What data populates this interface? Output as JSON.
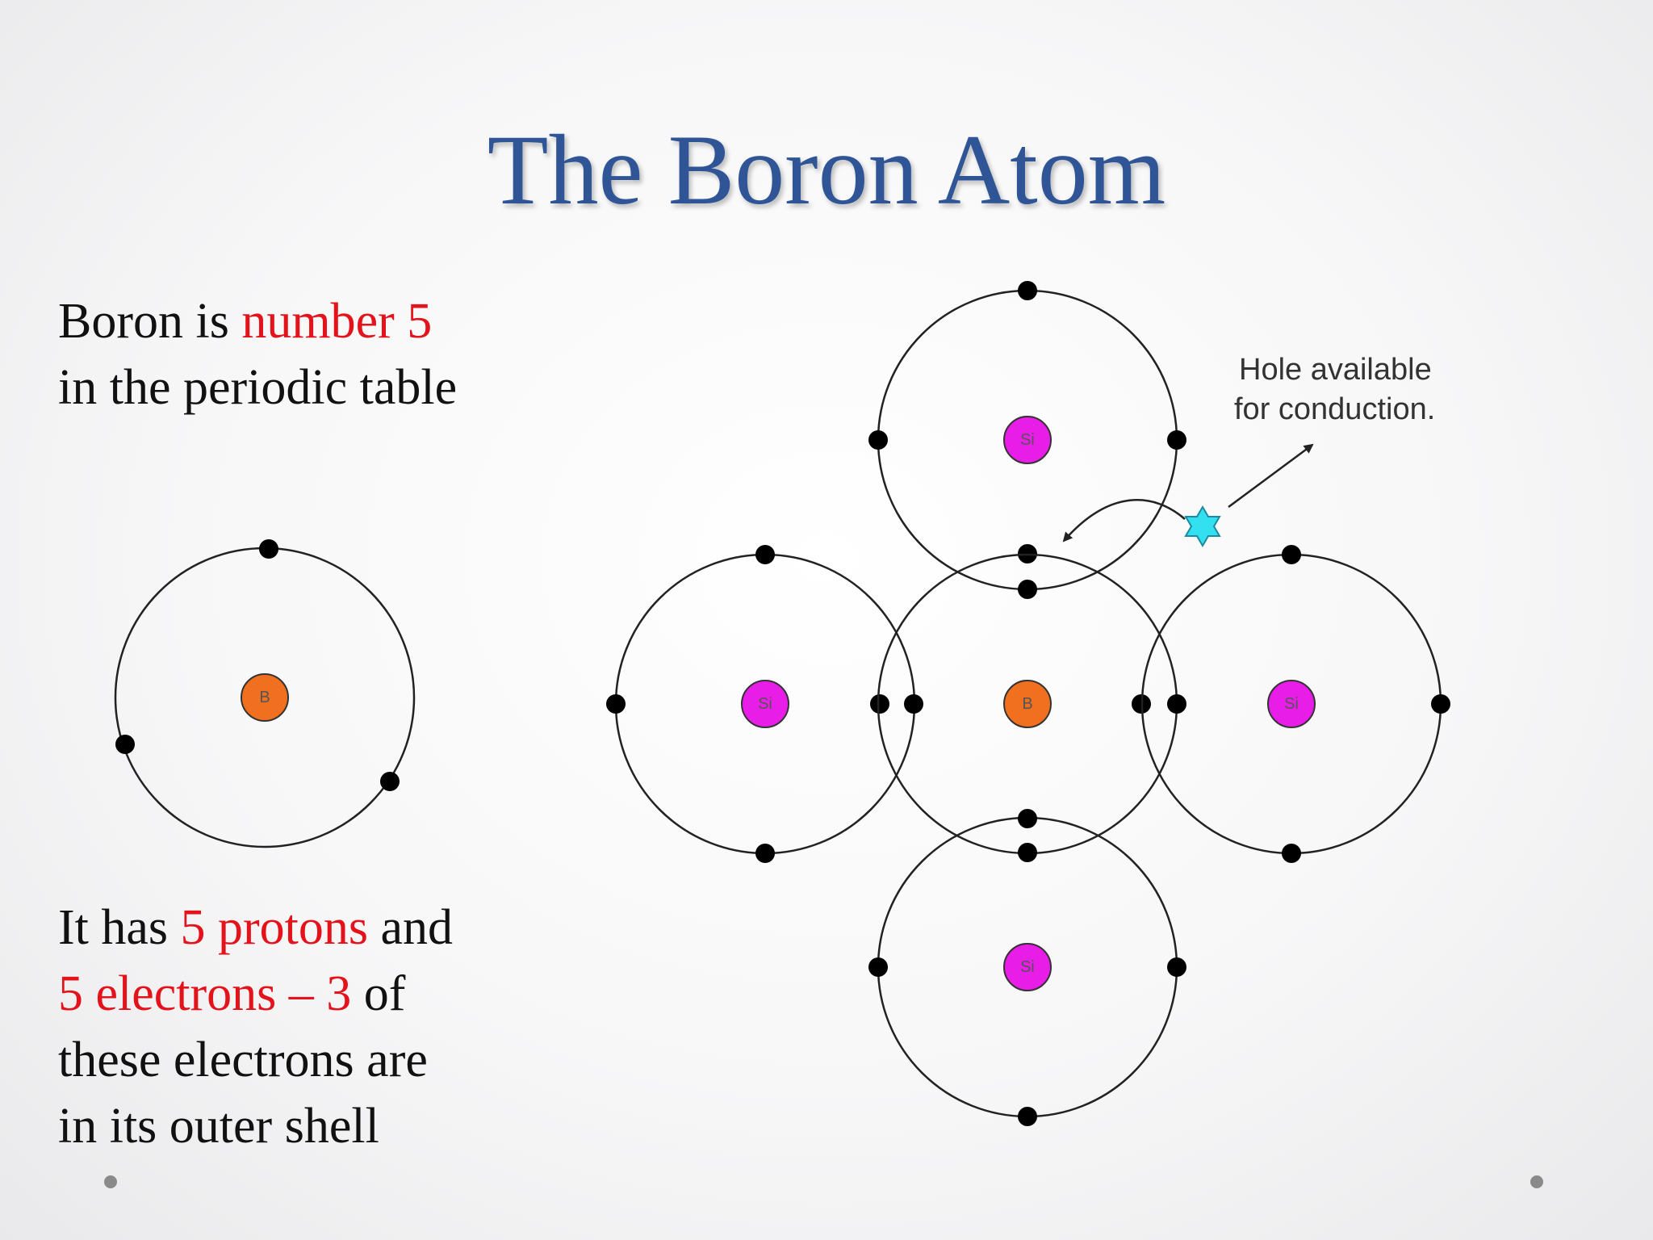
{
  "slide": {
    "title": "The Boron Atom",
    "intro": {
      "line1_prefix": "Boron is ",
      "line1_highlight": "number 5",
      "line2": "in the periodic table"
    },
    "details": {
      "part1": "It has ",
      "protons_highlight": "5 protons",
      "part2": " and",
      "electrons_highlight": "5 electrons – 3",
      "part3": " of",
      "line3": "these electrons are",
      "line4": "in its outer shell"
    }
  },
  "diagram": {
    "boron_symbol": "B",
    "silicon_symbol": "Si",
    "hole_label_line1": "Hole available",
    "hole_label_line2": "for conduction."
  },
  "colors": {
    "title": "#2f5597",
    "highlight": "#e3121b",
    "boron_nucleus": "#f07020",
    "silicon_nucleus": "#e81de8",
    "hole_star": "#33e0f0",
    "electron": "#000000"
  }
}
